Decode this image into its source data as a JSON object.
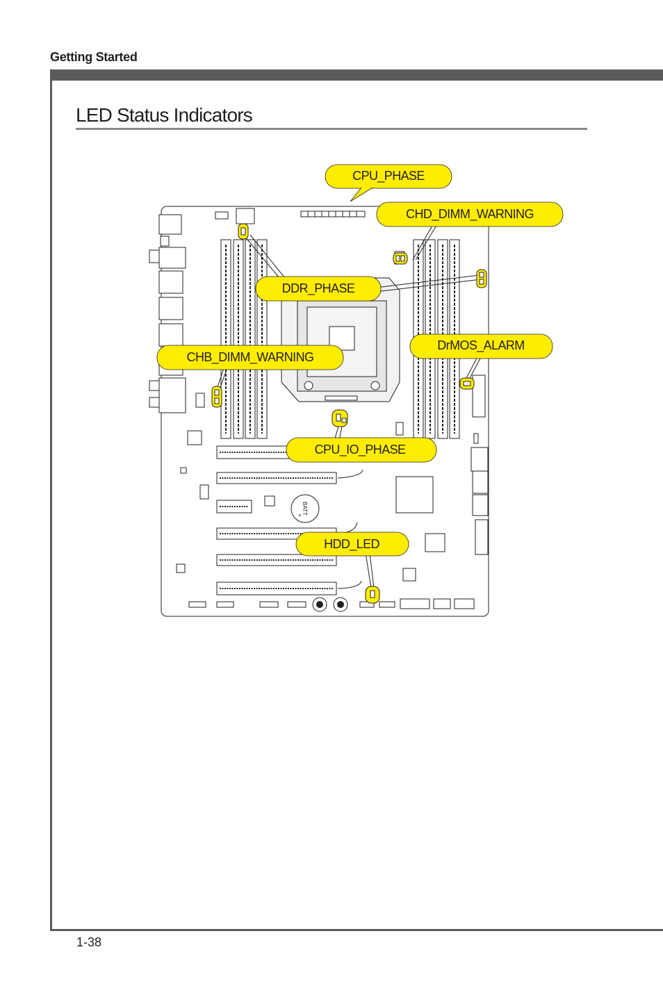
{
  "header": {
    "section": "Getting Started"
  },
  "section": {
    "title": "LED Status Indicators"
  },
  "page": {
    "number": "1-38"
  },
  "board": {
    "battery_label": "BATT",
    "battery_plus": "+"
  },
  "callouts": {
    "cpu_phase": "CPU_PHASE",
    "chd_dimm_warning": "CHD_DIMM_WARNING",
    "ddr_phase": "DDR_PHASE",
    "drmos_alarm": "DrMOS_ALARM",
    "chb_dimm_warning": "CHB_DIMM_WARNING",
    "cpu_io_phase": "CPU_IO_PHASE",
    "hdd_led": "HDD_LED"
  },
  "colors": {
    "callout": "#ffed00",
    "callout_stroke": "#d9c400",
    "rule": "#5b5b5d",
    "board_line": "#231f20"
  }
}
